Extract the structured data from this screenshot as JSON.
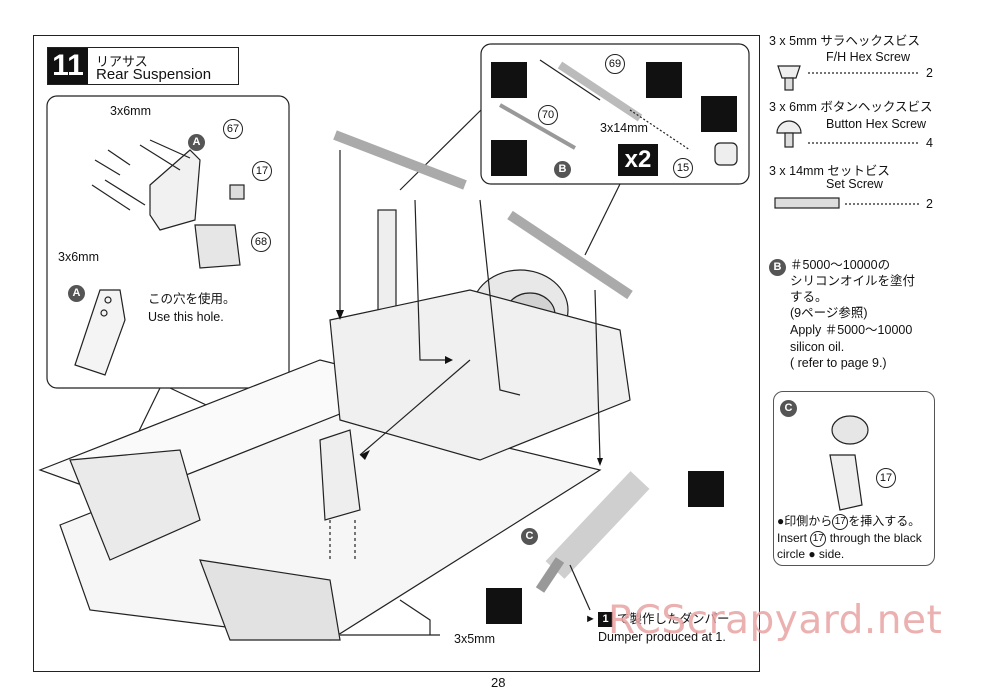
{
  "page_number": "28",
  "step": {
    "number": "11",
    "title_jp": "リアサス",
    "title_en": "Rear Suspension"
  },
  "callouts": {
    "screw_3x6_top": "3x6mm",
    "screw_3x6_left": "3x6mm",
    "screw_3x14": "3x14mm",
    "screw_3x5_bottom": "3x5mm",
    "part_67": "67",
    "part_17": "17",
    "part_68": "68",
    "part_69": "69",
    "part_70": "70",
    "part_15": "15",
    "multiplier": "x2",
    "badge_a": "A",
    "badge_b": "B",
    "badge_c": "C"
  },
  "hole_note": {
    "jp": "この穴を使用。",
    "en": "Use this hole."
  },
  "damper_note": {
    "step_ref": "1",
    "jp": "で製作したダンパー",
    "en": "Dumper produced at 1."
  },
  "parts_list": [
    {
      "jp": "3 x 5mm サラヘックスビス",
      "en": "F/H Hex Screw",
      "qty": "2"
    },
    {
      "jp": "3 x 6mm ボタンヘックスビス",
      "en": "Button Hex Screw",
      "qty": "4"
    },
    {
      "jp": "3 x 14mm セットビス",
      "en": "Set Screw",
      "qty": "2"
    }
  ],
  "note_b": {
    "badge": "B",
    "line1": "＃5000〜10000の",
    "line2": "シリコンオイルを塗付",
    "line3": "する。",
    "line4": "(9ページ参照)",
    "line5": "Apply ＃5000〜10000",
    "line6": "silicon oil.",
    "line7": "( refer to page 9.)"
  },
  "note_c": {
    "badge": "C",
    "part": "17",
    "jp_pre": "●印側から",
    "jp_post": "を挿入する。",
    "en_pre": "Insert",
    "en_post": "through the black",
    "en_line2": "circle ● side."
  },
  "watermark": "RCScrapyard.net"
}
